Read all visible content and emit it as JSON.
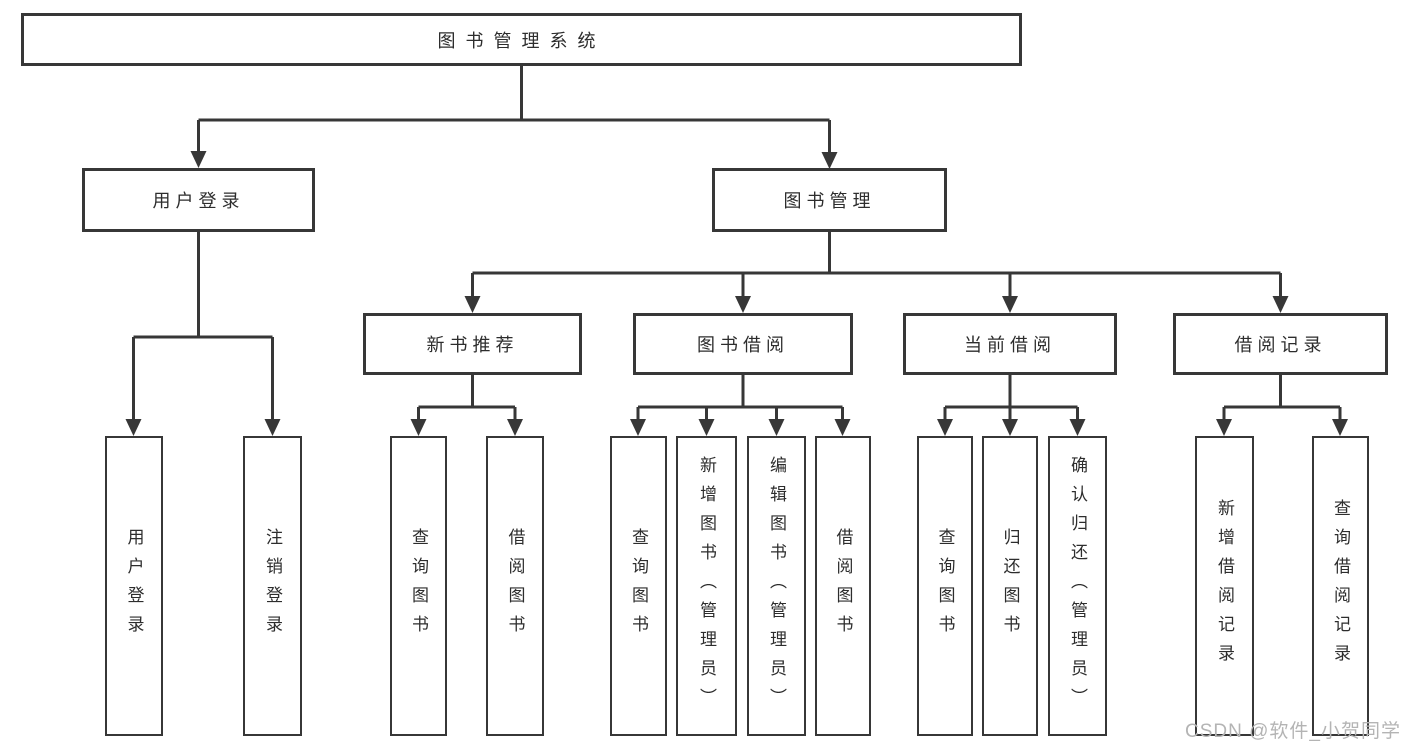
{
  "tree": {
    "root": {
      "label": "图书管理系统"
    },
    "branches": [
      {
        "label": "用户登录",
        "children": [
          {
            "label": "用户登录"
          },
          {
            "label": "注销登录"
          }
        ]
      },
      {
        "label": "图书管理",
        "children": [
          {
            "label": "新书推荐",
            "children": [
              {
                "label": "查询图书"
              },
              {
                "label": "借阅图书"
              }
            ]
          },
          {
            "label": "图书借阅",
            "children": [
              {
                "label": "查询图书"
              },
              {
                "label": "新增图书（管理员）"
              },
              {
                "label": "编辑图书（管理员）"
              },
              {
                "label": "借阅图书"
              }
            ]
          },
          {
            "label": "当前借阅",
            "children": [
              {
                "label": "查询图书"
              },
              {
                "label": "归还图书"
              },
              {
                "label": "确认归还（管理员）"
              }
            ]
          },
          {
            "label": "借阅记录",
            "children": [
              {
                "label": "新增借阅记录"
              },
              {
                "label": "查询借阅记录"
              }
            ]
          }
        ]
      }
    ]
  },
  "watermark": {
    "text": "CSDN @软件_小贺同学"
  },
  "colors": {
    "line": "#373737",
    "box_border": "#373737",
    "text": "#2d2d2d",
    "background": "#ffffff",
    "watermark": "#b4b4b4"
  }
}
